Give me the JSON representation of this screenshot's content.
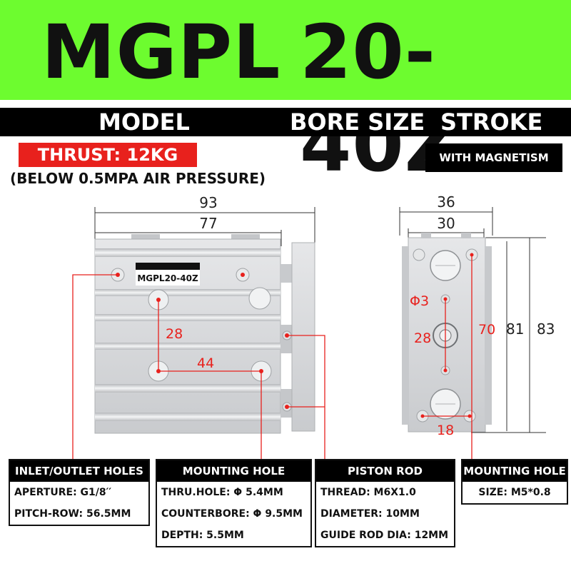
{
  "header": {
    "model": "MGPL",
    "spec": "20-40Z",
    "labels": {
      "model": "MODEL",
      "bore_size": "BORE SIZE",
      "stroke": "STROKE"
    }
  },
  "thrust": "THRUST: 12KG",
  "pressure_note": "(BELOW 0.5MPA AIR PRESSURE)",
  "magnetism": "WITH MAGNETISM",
  "side_view": {
    "nameplate": "MGPL20-40Z",
    "dims": {
      "overall_length": "93",
      "body_length": "77",
      "vertical_pitch": "28",
      "horizontal_pitch": "44"
    }
  },
  "front_view": {
    "dims": {
      "width": "36",
      "inner_width": "30",
      "hole_diameter": "Φ3",
      "rod_pitch": "28",
      "inner_height": "70",
      "body_height": "81",
      "overall_height": "83",
      "bottom_pitch": "18"
    }
  },
  "tables": [
    {
      "title": "INLET/OUTLET HOLES",
      "rows": [
        "APERTURE: G1/8′′",
        "PITCH-ROW: 56.5MM"
      ]
    },
    {
      "title": "MOUNTING HOLE",
      "rows": [
        "THRU.HOLE: Φ 5.4MM",
        "COUNTERBORE: Φ 9.5MM",
        "DEPTH: 5.5MM"
      ]
    },
    {
      "title": "PISTON ROD",
      "rows": [
        "THREAD: M6X1.0",
        "DIAMETER: 10MM",
        "GUIDE ROD DIA: 12MM"
      ]
    },
    {
      "title": "MOUNTING HOLE",
      "rows": [
        "SIZE: M5*0.8"
      ]
    }
  ],
  "colors": {
    "header_green": "#6dfc2f",
    "accent_red": "#e8211d",
    "body_silver": "#d4d6d8"
  }
}
